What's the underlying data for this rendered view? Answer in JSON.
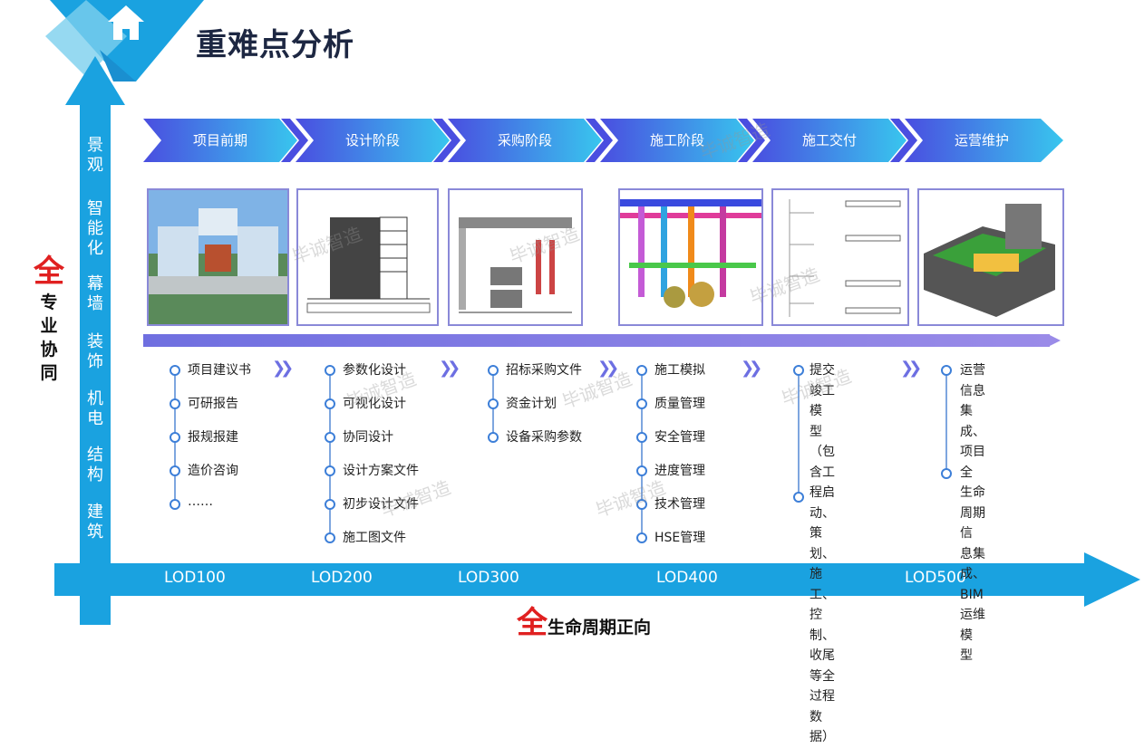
{
  "title": "重难点分析",
  "home_icon": "home-icon",
  "vertical_axis_labels": [
    "景观",
    "智能化",
    "幕墙",
    "装饰",
    "机电",
    "结构",
    "建筑"
  ],
  "left_label": {
    "big": "全",
    "rest": [
      "专",
      "业",
      "协",
      "同"
    ]
  },
  "bottom_label": {
    "big": "全",
    "rest": "生命周期正向"
  },
  "lod_labels": [
    "LOD100",
    "LOD200",
    "LOD300",
    "LOD400",
    "LOD500"
  ],
  "stages": [
    "项目前期",
    "设计阶段",
    "采购阶段",
    "施工阶段",
    "施工交付",
    "运营维护"
  ],
  "images": [
    "building-render-image",
    "elevation-drawing-image",
    "mep-section-image",
    "pipe-model-image",
    "model-tree-image",
    "plant-room-model-image"
  ],
  "columns": [
    {
      "items": [
        "项目建议书",
        "可研报告",
        "报规报建",
        "造价咨询",
        "……"
      ]
    },
    {
      "items": [
        "参数化设计",
        "可视化设计",
        "协同设计",
        "设计方案文件",
        "初步设计文件",
        "施工图文件"
      ]
    },
    {
      "items": [
        "招标采购文件",
        "资金计划",
        "设备采购参数"
      ]
    },
    {
      "items": [
        "施工模拟",
        "质量管理",
        "安全管理",
        "进度管理",
        "技术管理",
        "HSE管理"
      ]
    },
    {
      "paragraph": [
        "提交竣工模",
        "型（包含工",
        "程启动、策",
        "划、施工、",
        "控制、收尾",
        "等全过程数",
        "据）"
      ]
    },
    {
      "paragraph": [
        "运营信息集",
        "成、项目全",
        "生命周期信",
        "息集成、",
        "BIM运维模",
        "型"
      ]
    }
  ],
  "watermark": "毕诚智造",
  "colors": {
    "axis": "#1aa2e0",
    "stage_dark": "#4a4ee0",
    "stage_light": "#38c6ee",
    "accent_red": "#e02020",
    "bar": "#7b74e3"
  }
}
